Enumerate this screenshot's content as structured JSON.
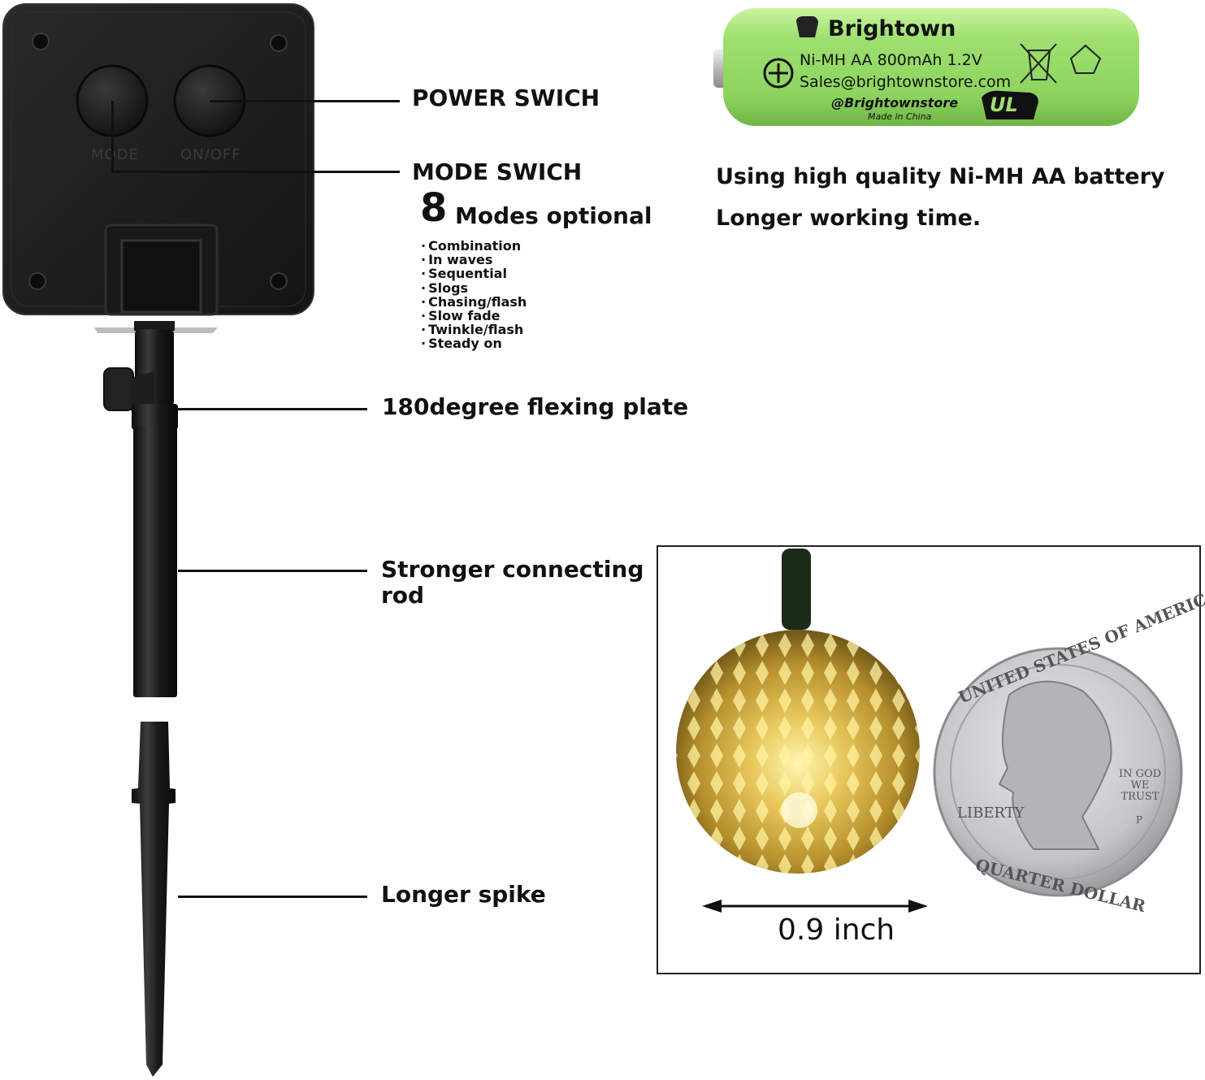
{
  "device": {
    "mode_label": "MODE",
    "onoff_label": "ON/OFF"
  },
  "callouts": {
    "power_switch": "POWER SWICH",
    "mode_switch": "MODE SWICH",
    "modes_count": "8",
    "modes_text": "Modes optional",
    "modes": [
      "Combination",
      "In waves",
      "Sequential",
      "Slogs",
      "Chasing/flash",
      "Slow fade",
      "Twinkle/flash",
      "Steady on"
    ],
    "flexing_plate": "180degree flexing plate",
    "connecting_rod_line1": "Stronger connecting",
    "connecting_rod_line2": "rod",
    "spike": "Longer spike"
  },
  "battery": {
    "brand": "Brightown",
    "spec": "Ni-MH AA 800mAh 1.2V",
    "email": "Sales@brightownstore.com",
    "social": "@Brightownstore",
    "ul_mark": "UL",
    "origin": "Made in China",
    "description_line1": "Using high quality Ni-MH AA battery",
    "description_line2": "Longer working time."
  },
  "size_comparison": {
    "measurement": "0.9 inch",
    "coin_top": "UNITED STATES OF AMERICA",
    "coin_motto": "IN GOD WE TRUST",
    "coin_liberty": "LIBERTY",
    "coin_bottom": "QUARTER DOLLAR",
    "coin_mint": "P"
  },
  "colors": {
    "battery_green": "#9fe070",
    "housing_black": "#1c1c1c",
    "lamp_gold": "#c8a63a",
    "coin_silver": "#c9cbcd"
  }
}
